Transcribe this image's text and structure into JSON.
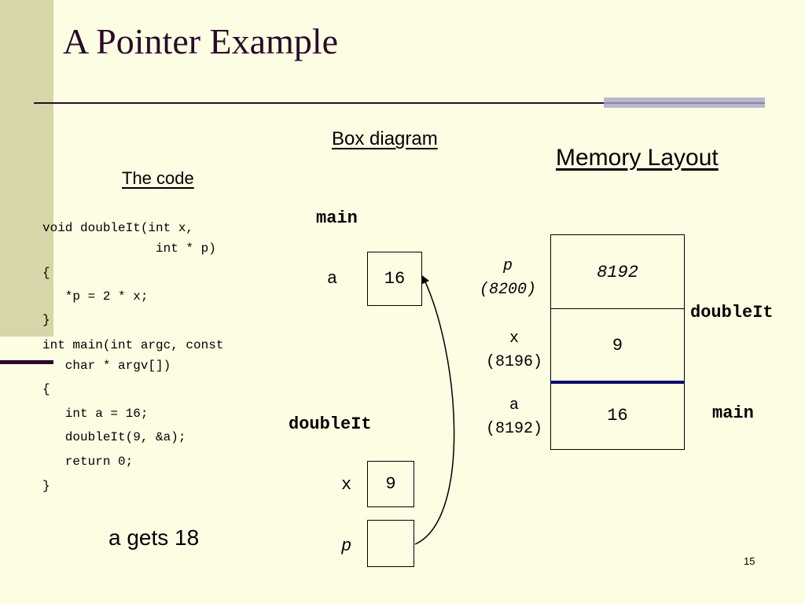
{
  "slide": {
    "title": "A Pointer Example",
    "number": "15",
    "conclusion": "a gets 18"
  },
  "headings": {
    "code": "The code",
    "box_diagram": "Box diagram",
    "memory_layout": "Memory Layout"
  },
  "code_lines": [
    "void doubleIt(int x,",
    "               int * p)",
    "{",
    "   *p = 2 * x;",
    "}",
    "int main(int argc, const",
    "   char * argv[])",
    "{",
    "   int a = 16;",
    "   doubleIt(9, &a);",
    "   return 0;",
    "}"
  ],
  "box_diagram": {
    "main_frame_label": "main",
    "doubleit_frame_label": "doubleIt",
    "a": {
      "name": "a",
      "value": "16"
    },
    "x": {
      "name": "x",
      "value": "9"
    },
    "p": {
      "name": "p",
      "value": ""
    }
  },
  "memory_layout": {
    "cells": [
      {
        "name": "p",
        "address": "(8200)",
        "value": "8192"
      },
      {
        "name": "x",
        "address": "(8196)",
        "value": "9"
      },
      {
        "name": "a",
        "address": "(8192)",
        "value": "16"
      }
    ],
    "doubleit_label": "doubleIt",
    "main_label": "main"
  },
  "colors": {
    "background": "#fdfde4",
    "title_text": "#2a0a2a",
    "left_band": "#d6d6a8",
    "title_accent": "#b8b8cc",
    "frame_divider": "#0a0a6e"
  }
}
